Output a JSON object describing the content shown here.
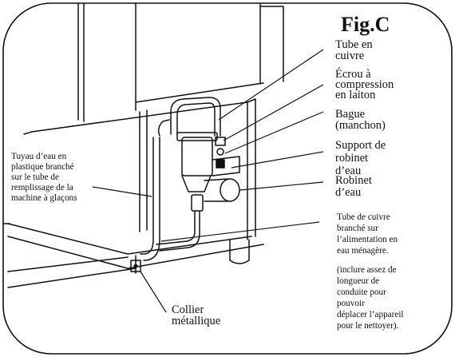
{
  "figure": {
    "title": "Fig.C"
  },
  "labels": {
    "copper_tube": [
      "Tube en",
      "cuivre"
    ],
    "brass_nut": [
      "Écrou à",
      "compression",
      "en laiton"
    ],
    "sleeve": [
      "Bague",
      "(manchon)"
    ],
    "valve_bracket": [
      "Support de",
      "robinet",
      "d’eau"
    ],
    "water_valve": [
      "Robinet",
      "d’eau"
    ],
    "plastic_tube": [
      "Tuyau d’eau en",
      "plastique branché",
      "sur le tube de",
      "remplissage de la",
      "machine à glaçons"
    ],
    "supply_tube": [
      "Tube de cuivre",
      "branché sur",
      "l’alimentation en",
      "eau ménagère."
    ],
    "note": [
      "(inclure assez de",
      "longueur de",
      "conduite pour",
      "pouvoir",
      "déplacer l’appareil",
      "pour le nettoyer)."
    ],
    "clamp": [
      "Collier",
      "métallique"
    ]
  },
  "colors": {
    "ink": "#111111",
    "background": "#ffffff"
  }
}
